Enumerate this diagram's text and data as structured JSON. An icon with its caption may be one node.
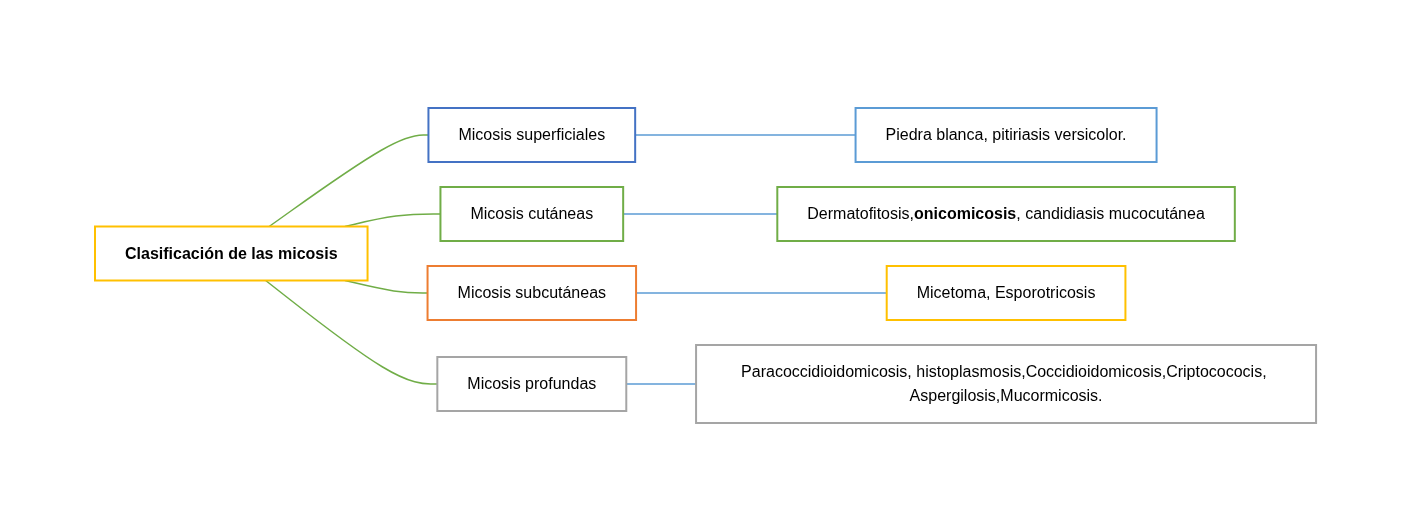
{
  "diagram": {
    "nodes": [
      {
        "text": [
          "Clasificación de las micosis"
        ]
      },
      {
        "text": [
          "Micosis superficiales"
        ]
      },
      {
        "text": [
          "Micosis cutáneas"
        ]
      },
      {
        "text": [
          "Micosis subcutáneas"
        ]
      },
      {
        "text": [
          "Micosis profundas"
        ]
      },
      {
        "text": [
          "Piedra blanca, pitiriasis versicolor."
        ]
      },
      {
        "text": [
          "Dermatofitosis,**onicomicosis**, candidiasis mucocutánea"
        ]
      },
      {
        "text": [
          "Micetoma, Esporotricosis"
        ]
      },
      {
        "text": [
          "Paracoccidioidomicosis, histoplasmosis,Coccidioidomicosis,Criptocococis, Aspergilosis,Mucormicosis."
        ]
      }
    ],
    "edges": [
      {
        "from": 0,
        "to": 1,
        "arrow": "none",
        "color": "#70ad47"
      },
      {
        "from": 0,
        "to": 2,
        "arrow": "none",
        "color": "#70ad47"
      },
      {
        "from": 0,
        "to": 3,
        "arrow": "none",
        "color": "#70ad47"
      },
      {
        "from": 0,
        "to": 4,
        "arrow": "none",
        "color": "#70ad47"
      },
      {
        "from": 1,
        "to": 5,
        "arrow": "none",
        "color": "#5b9bd5"
      },
      {
        "from": 2,
        "to": 6,
        "arrow": "none",
        "color": "#5b9bd5"
      },
      {
        "from": 3,
        "to": 7,
        "arrow": "none",
        "color": "#5b9bd5"
      },
      {
        "from": 4,
        "to": 8,
        "arrow": "none",
        "color": "#5b9bd5"
      }
    ]
  }
}
